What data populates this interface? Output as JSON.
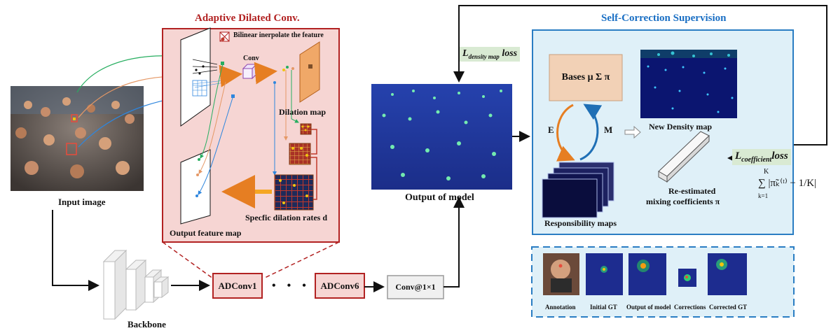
{
  "adaptive": {
    "title": "Adaptive Dilated Conv.",
    "bilinear_label": "Bilinear inerpolate the feature",
    "conv_label": "Conv",
    "dilation_map_label": "Dilation map",
    "specific_rates_label": "Specfic dilation rates d",
    "output_feature_map_label": "Output feature map"
  },
  "input": {
    "label": "Input image"
  },
  "backbone": {
    "label": "Backbone"
  },
  "pipeline": {
    "adconv1": "ADConv1",
    "dots": "• • •",
    "adconv6": "ADConv6",
    "conv1x1": "Conv@1×1"
  },
  "output": {
    "label": "Output of model"
  },
  "loss": {
    "density_main": "L",
    "density_sub": "density map",
    "density_tail": " loss",
    "coef_main": "L",
    "coef_sub": "coefficient",
    "coef_tail": "loss",
    "formula": "∑ |π̃ₖ⁽ᵗ⁾ − 1/K|",
    "formula_top": "K",
    "formula_bottom": "k=1"
  },
  "self_correction": {
    "title": "Self-Correction Supervision",
    "bases_label": "Bases μ Σ π",
    "e_label": "E",
    "m_label": "M",
    "new_density_label": "New Density map",
    "responsibility_label": "Responsibility maps",
    "reestimated_line1": "Re-estimated",
    "reestimated_line2": "mixing coefficients π"
  },
  "examples": {
    "labels": [
      "Annotation",
      "Initial GT",
      "Output of model",
      "Corrections",
      "Corrected GT"
    ]
  },
  "colors": {
    "red_border": "#b22222",
    "red_fill": "#f6d5d3",
    "blue_border": "#2a7dc3",
    "blue_fill": "#dff0f8",
    "bases_fill": "#f2d1b6",
    "loss_fill": "#d9ead3",
    "orange_arrow": "#f5a623"
  }
}
